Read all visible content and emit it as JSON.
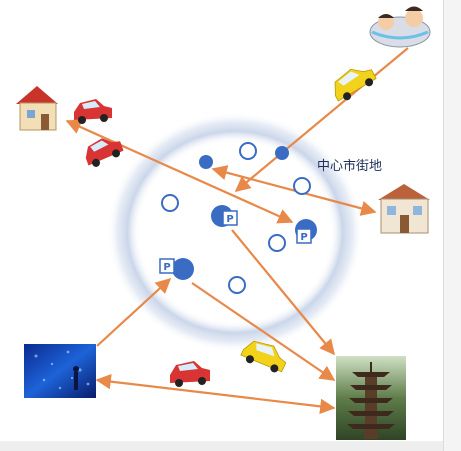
{
  "center_label": "中心市街地",
  "parking_mark": "P",
  "colors": {
    "arrow": "#e8894a",
    "node": "#3b6cc4",
    "halo": "#9fb4d8",
    "label": "#1e2f5a",
    "car_red": "#d93434",
    "car_yellow": "#f2d21b"
  },
  "icons": [
    "house-icon",
    "red-car-icon",
    "onsen-icon",
    "yellow-car-icon",
    "western-house-icon",
    "aquarium-photo",
    "pagoda-photo"
  ]
}
